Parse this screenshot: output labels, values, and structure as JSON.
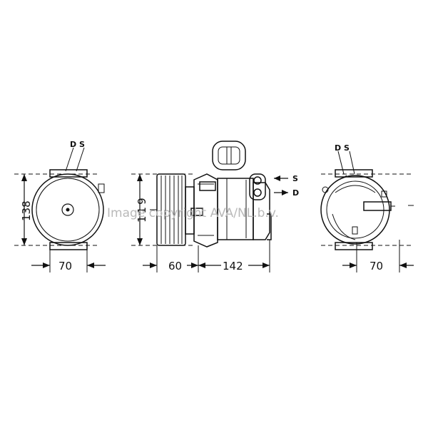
{
  "labels": {
    "ds_left": "D S",
    "ds_right": "D S",
    "port_s": "S",
    "port_d": "D"
  },
  "dimensions": {
    "height_left": "138",
    "width_left": "70",
    "height_side": "119",
    "pulley_len": "60",
    "body_len": "142",
    "width_right": "70"
  },
  "watermark": "Image copyright AVA/NL.b.v."
}
